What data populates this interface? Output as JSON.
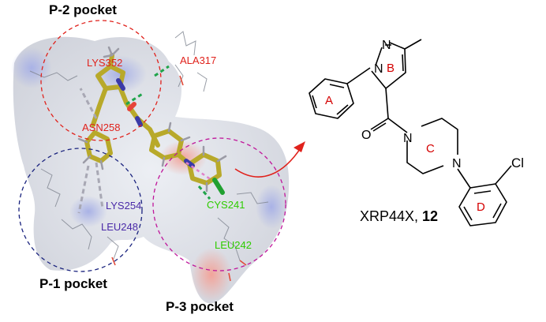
{
  "pockets": {
    "p2": {
      "title": "P-2 pocket",
      "color": "#e0221c"
    },
    "p1": {
      "title": "P-1 pocket",
      "color": "#1a237e"
    },
    "p3": {
      "title": "P-3 pocket",
      "color": "#c0169b"
    }
  },
  "residues": {
    "lys352": {
      "label": "LYS352",
      "color": "#e0221c"
    },
    "ala317": {
      "label": "ALA317",
      "color": "#e0221c"
    },
    "asn258": {
      "label": "ASN258",
      "color": "#e0221c"
    },
    "lys254": {
      "label": "LYS254",
      "color": "#4a2aa8"
    },
    "leu248": {
      "label": "LEU248",
      "color": "#4a2aa8"
    },
    "cys241": {
      "label": "CYS241",
      "color": "#2ecc00"
    },
    "leu242": {
      "label": "LEU242",
      "color": "#2ecc00"
    }
  },
  "molecule": {
    "ring_labels": {
      "a": "A",
      "b": "B",
      "c": "C",
      "d": "D"
    },
    "atoms": {
      "n1": "N",
      "n2": "N",
      "o": "O",
      "n3": "N",
      "n4": "N",
      "cl": "Cl"
    },
    "name": "XRP44X, ",
    "number": "12"
  },
  "colors": {
    "arrow": "#e0221c",
    "ring_label": "#d40000",
    "ligand": "#b8a92a"
  }
}
